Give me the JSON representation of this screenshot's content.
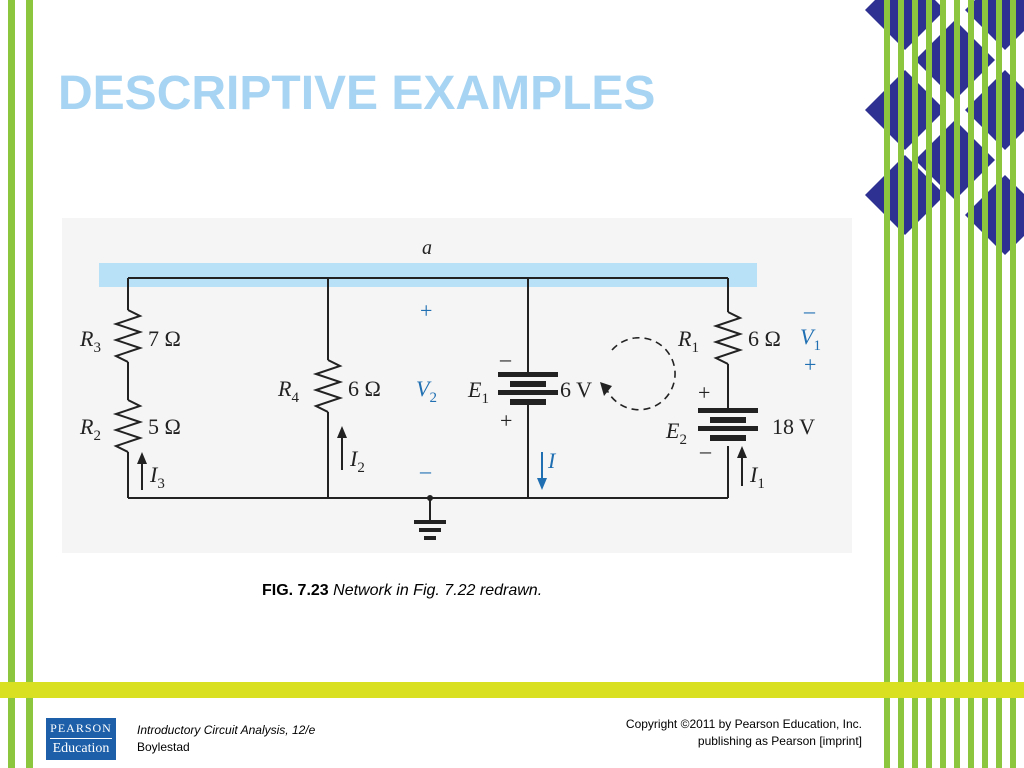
{
  "slide": {
    "title": "DESCRIPTIVE EXAMPLES"
  },
  "figure": {
    "node_label": "a",
    "components": {
      "r3": {
        "name": "R",
        "sub": "3",
        "value": "7 Ω"
      },
      "r2": {
        "name": "R",
        "sub": "2",
        "value": "5 Ω"
      },
      "r4": {
        "name": "R",
        "sub": "4",
        "value": "6 Ω"
      },
      "r1": {
        "name": "R",
        "sub": "1",
        "value": "6 Ω"
      },
      "e1": {
        "name": "E",
        "sub": "1",
        "value": "6 V"
      },
      "e2": {
        "name": "E",
        "sub": "2",
        "value": "18 V"
      }
    },
    "currents": {
      "i3": {
        "name": "I",
        "sub": "3"
      },
      "i2": {
        "name": "I",
        "sub": "2"
      },
      "i1": {
        "name": "I",
        "sub": "1"
      },
      "i": {
        "name": "I"
      }
    },
    "voltages": {
      "v2": {
        "name": "V",
        "sub": "2",
        "plus": "+",
        "minus": "–"
      },
      "v1": {
        "name": "V",
        "sub": "1",
        "plus": "+",
        "minus": "–"
      }
    },
    "polarity": {
      "plus": "+",
      "minus": "–"
    },
    "colors": {
      "wire": "#222222",
      "highlight": "#b8e0f7",
      "label_blue": "#1f6fb2"
    }
  },
  "caption": {
    "label": "FIG. 7.23",
    "text": "Network in Fig. 7.22 redrawn."
  },
  "footer": {
    "logo_top": "PEARSON",
    "logo_bottom": "Education",
    "book_title": "Introductory Circuit Analysis, 12/e",
    "author": "Boylestad",
    "copyright_line1": "Copyright ©2011 by Pearson Education, Inc.",
    "copyright_line2": "publishing as Pearson [imprint]"
  },
  "theme": {
    "green": "#8cc63f",
    "navy": "#2e3192",
    "title_blue": "#a7d4f2",
    "yellow": "#d9e021"
  }
}
